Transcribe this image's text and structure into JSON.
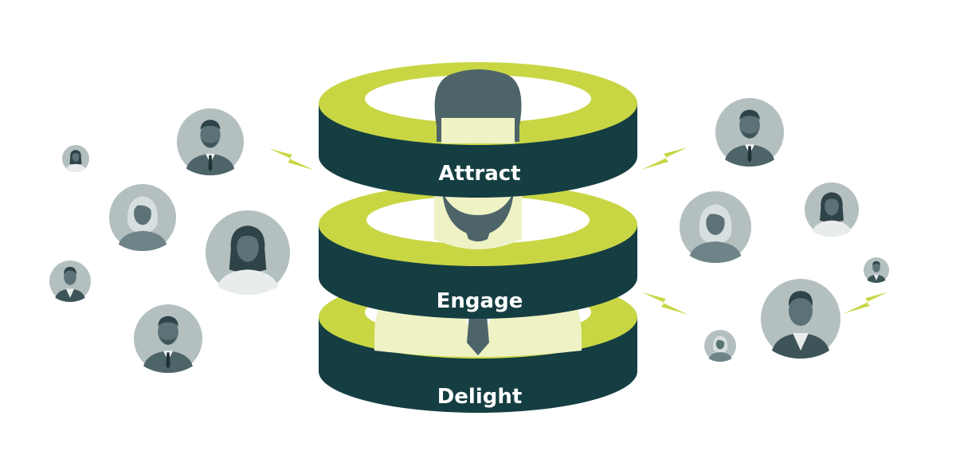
{
  "rings": [
    {
      "label": "Attract"
    },
    {
      "label": "Engage"
    },
    {
      "label": "Delight"
    }
  ],
  "colors": {
    "lime": "#c8d644",
    "dark_teal": "#153e42",
    "avatar_bg": "#b4bfc0",
    "avatar_figure": "#4d6468",
    "skin": "#eef2c4",
    "bolt": "#c8d644"
  }
}
